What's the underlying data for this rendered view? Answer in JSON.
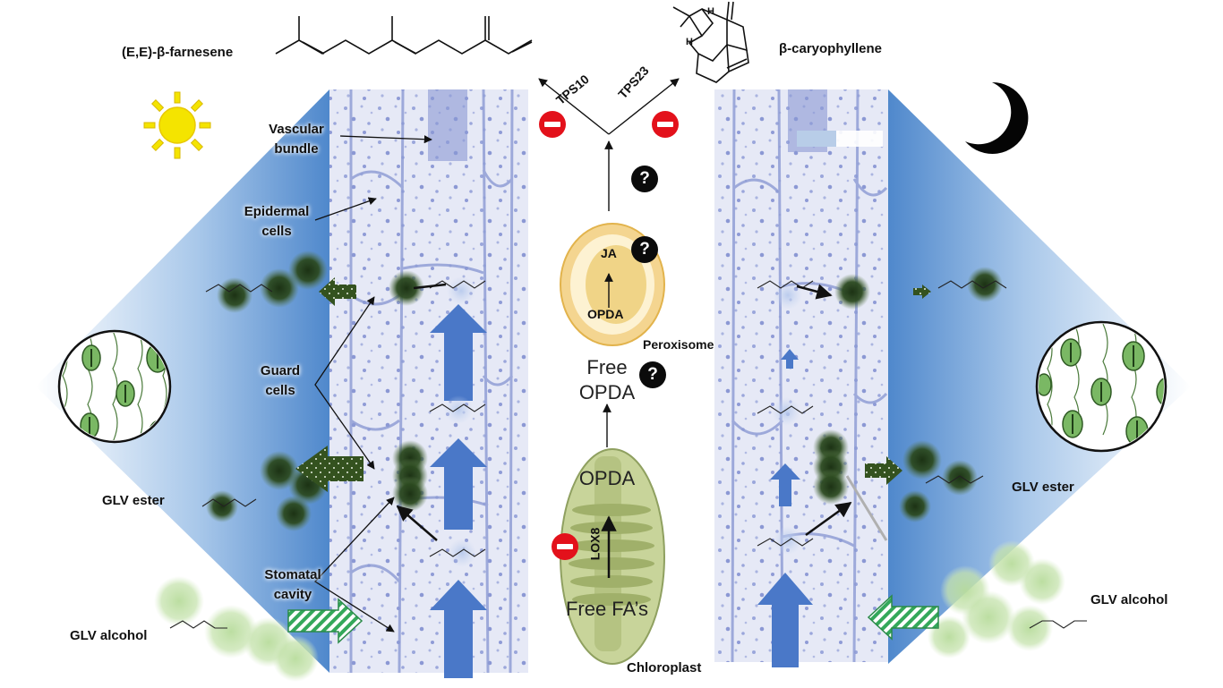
{
  "compounds": {
    "farnesene": "(E,E)-β-farnesene",
    "caryophyllene": "β-caryophyllene",
    "glv_ester_left": "GLV ester",
    "glv_ester_right": "GLV ester",
    "glv_alcohol_left": "GLV alcohol",
    "glv_alcohol_right": "GLV alcohol"
  },
  "tissue_labels": {
    "vascular": "Vascular bundle",
    "epidermal": "Epidermal cells",
    "guard": "Guard cells",
    "stomatal": "Stomatal cavity"
  },
  "pathway": {
    "enzyme_1": "TPS10",
    "enzyme_2": "TPS23",
    "ja": "JA",
    "opda_peroxisome": "OPDA",
    "peroxisome": "Peroxisome",
    "free_opda_1": "Free",
    "free_opda_2": "OPDA",
    "chloroplast_opda": "OPDA",
    "lox8": "LOX8",
    "free_fas": "Free FA’s",
    "chloroplast": "Chloroplast",
    "unknown_marker": "?"
  },
  "icons": [
    "sun-icon",
    "moon-icon",
    "inhibition-icon",
    "question-icon",
    "stomata-inset-icon"
  ],
  "colors": {
    "blue_arrow": "#4a78c8",
    "sky_gradient": "#5b92d0",
    "dark_green_blob": "#23401a",
    "light_green_blob": "#a9cf8a",
    "peroxisome_outer": "#f4d590",
    "chloroplast_fill": "#c8d49a",
    "inhibit_red": "#e3111b",
    "sun_yellow": "#f4e400"
  }
}
